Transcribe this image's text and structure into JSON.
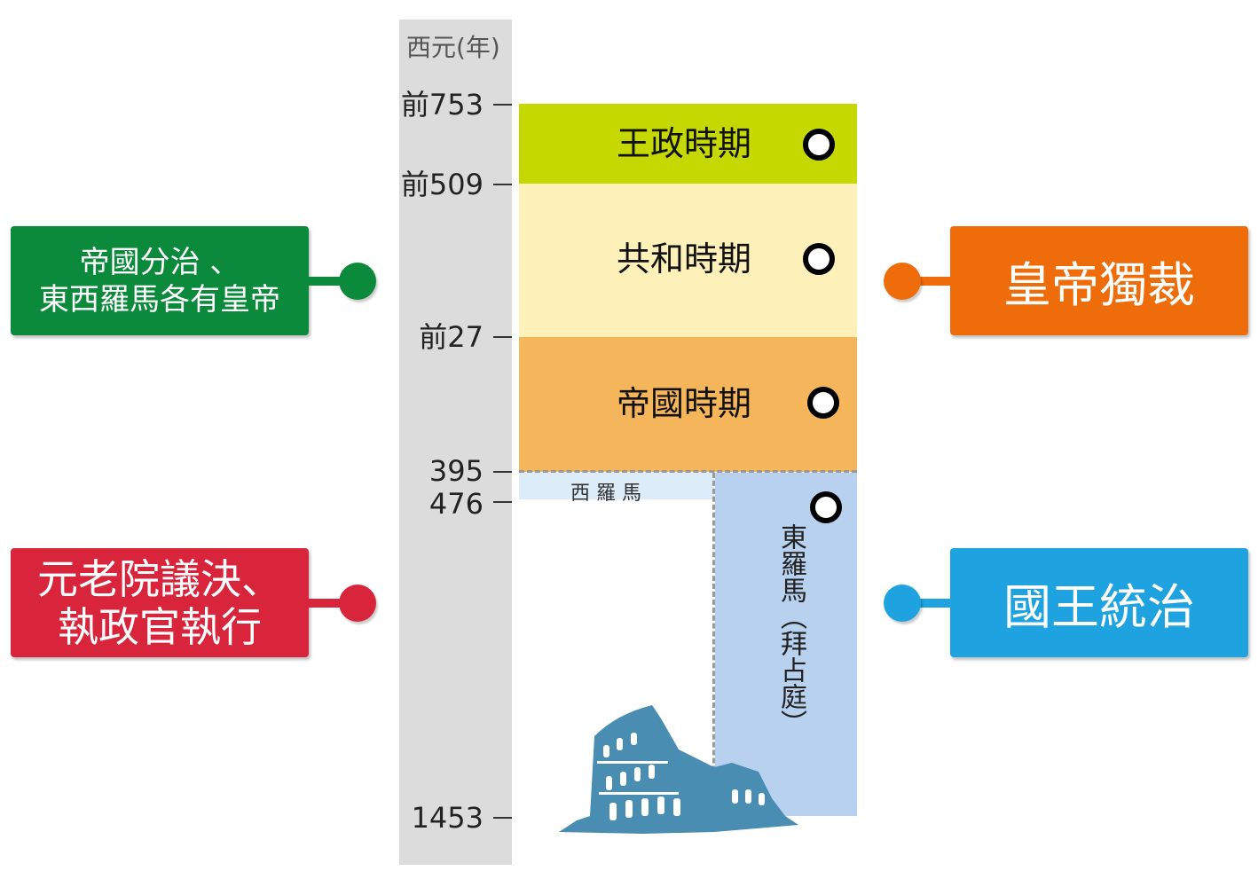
{
  "axis": {
    "title": "西元(年)",
    "ticks": [
      "前753",
      "前509",
      "前27",
      "395",
      "476",
      "1453"
    ]
  },
  "periods": [
    {
      "label": "王政時期",
      "color": "#c5d900"
    },
    {
      "label": "共和時期",
      "color": "#fdf0b8"
    },
    {
      "label": "帝國時期",
      "color": "#f5b55a"
    }
  ],
  "west_rome": {
    "label": "西 羅 馬",
    "color": "#dcecf8"
  },
  "east_rome": {
    "label": "東羅馬︵拜占庭︶",
    "color": "#b8d1ee"
  },
  "left_boxes": [
    {
      "lines": [
        "帝國分治 、",
        "東西羅馬各有皇帝"
      ],
      "color": "#0b8a3c"
    },
    {
      "lines": [
        "元老院議決、",
        "執政官執行"
      ],
      "color": "#d9253c"
    }
  ],
  "right_boxes": [
    {
      "label": "皇帝獨裁",
      "color": "#ef6c0a"
    },
    {
      "label": "國王統治",
      "color": "#1ea3e0"
    }
  ],
  "illustration": "colosseum"
}
